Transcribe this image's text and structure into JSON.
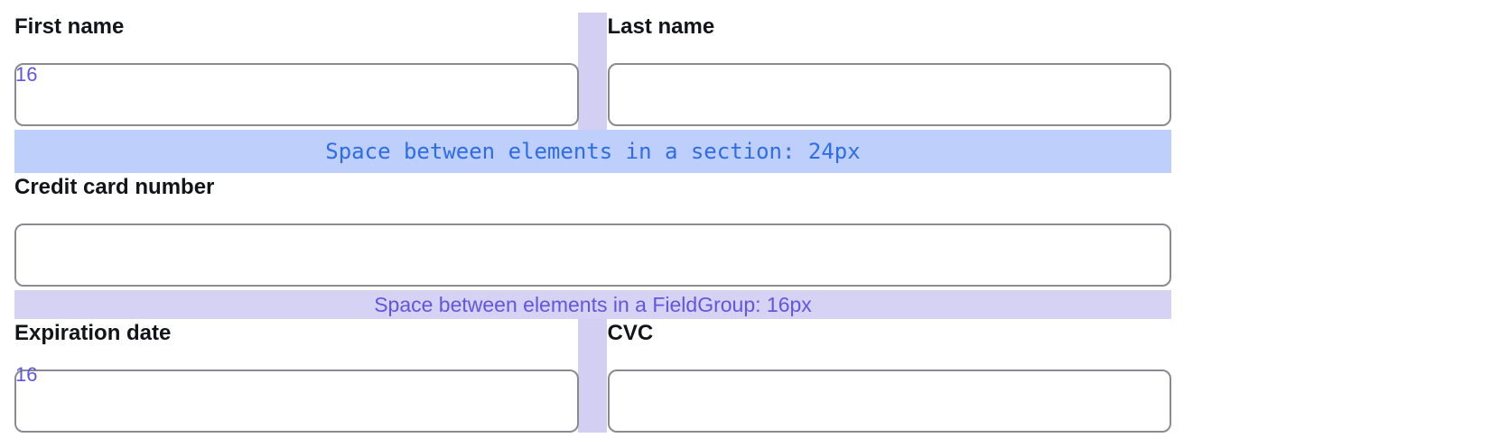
{
  "form": {
    "name_group": {
      "fields": [
        {
          "label": "First name"
        },
        {
          "label": "Last name"
        }
      ],
      "gap_label": "16"
    },
    "section_spacer": {
      "text": "Space between elements in a section: 24px"
    },
    "card_group": {
      "fields": [
        {
          "label": "Credit card number"
        }
      ]
    },
    "fieldgroup_spacer": {
      "text": "Space between elements in a FieldGroup: 16px"
    },
    "expiry_group": {
      "fields": [
        {
          "label": "Expiration date"
        },
        {
          "label": "CVC"
        }
      ],
      "gap_label": "16"
    }
  },
  "colors": {
    "section_spacer_bg": "#bdcffa",
    "section_spacer_text": "#2e6de6",
    "fieldgroup_spacer_bg": "#d5d2f3",
    "gap_highlight_bg": "#d3cff2",
    "gap_label_text": "#6156dd",
    "label_text": "#111418",
    "input_border": "#8a8a92"
  }
}
